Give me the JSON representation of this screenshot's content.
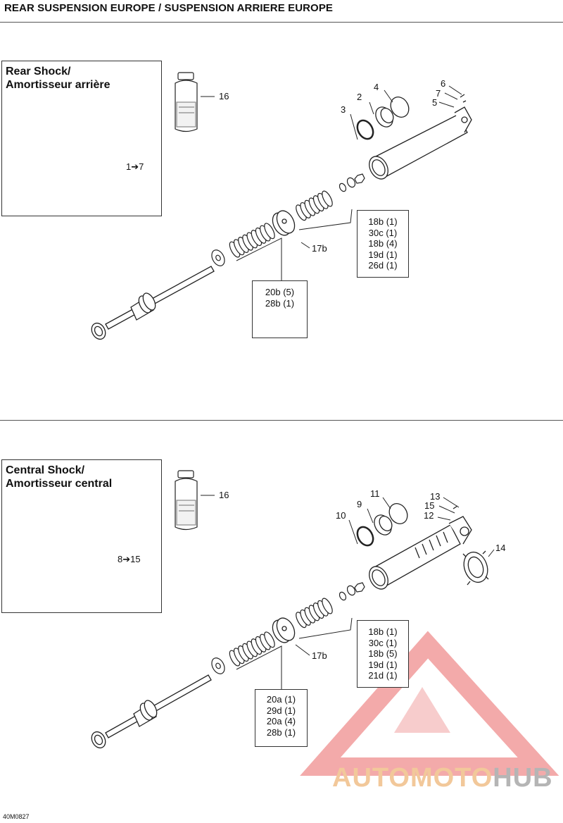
{
  "header": {
    "title": "REAR SUSPENSION EUROPE / SUSPENSION ARRIERE EUROPE"
  },
  "rear": {
    "frame_title_1": "Rear Shock/",
    "frame_title_2": "Amortisseur arrière",
    "inset_ref": "1➔7",
    "fluid_ref": "16",
    "callouts": [
      "2",
      "3",
      "4",
      "5",
      "6",
      "7"
    ],
    "piston_ref": "17b",
    "box_upper": [
      "18b (1)",
      "30c (1)",
      "18b (4)",
      "19d (1)",
      "26d (1)"
    ],
    "box_lower": [
      "20b (5)",
      "28b (1)"
    ]
  },
  "central": {
    "frame_title_1": "Central Shock/",
    "frame_title_2": "Amortisseur central",
    "inset_ref": "8➔15",
    "fluid_ref": "16",
    "callouts": [
      "9",
      "10",
      "11",
      "12",
      "13",
      "14",
      "15"
    ],
    "piston_ref": "17b",
    "box_upper": [
      "18b (1)",
      "30c (1)",
      "18b (5)",
      "19d (1)",
      "21d (1)"
    ],
    "box_lower": [
      "20a (1)",
      "29d (1)",
      "20a (4)",
      "28b (1)"
    ]
  },
  "footer": {
    "doc_id": "40M0827"
  },
  "watermark": {
    "part1": "AUTOMOTO",
    "part2": "HUB",
    "color1": "#f2c89a",
    "color2": "#b5b5b5",
    "logo_color": "#ef8e8e"
  }
}
